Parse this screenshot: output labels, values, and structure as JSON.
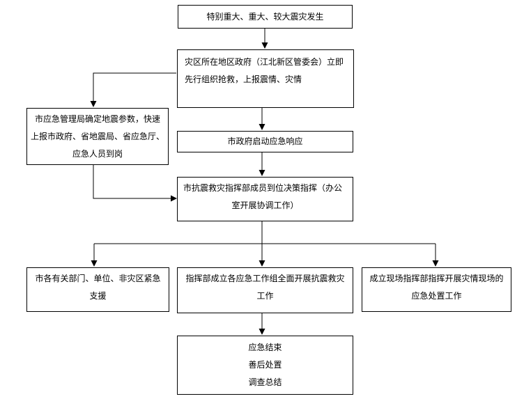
{
  "flowchart": {
    "nodes": {
      "trigger": "特别重大、重大、较大震灾发生",
      "local_gov": [
        "灾区所在地区政府（江北新区管委会）立即",
        "先行组织抢救，上报震情、灾情"
      ],
      "emergency_bureau": [
        "市应急管理局确定地震参数，快速",
        "上报市政府、省地震局、省应急厅、",
        "应急人员到岗"
      ],
      "city_gov": "市政府启动应急响应",
      "command_hq": [
        "市抗震救灾指挥部成员到位决策指挥（办公",
        "室开展协调工作）"
      ],
      "support": [
        "市各有关部门、单位、非灾区紧急",
        "支援"
      ],
      "work_groups": [
        "指挥部成立各应急工作组全面开展抗震救灾",
        "工作"
      ],
      "onsite_command": [
        "成立现场指挥部指挥开展灾情现场的",
        "应急处置工作"
      ],
      "end": [
        "应急结束",
        "善后处置",
        "调查总结"
      ]
    }
  }
}
